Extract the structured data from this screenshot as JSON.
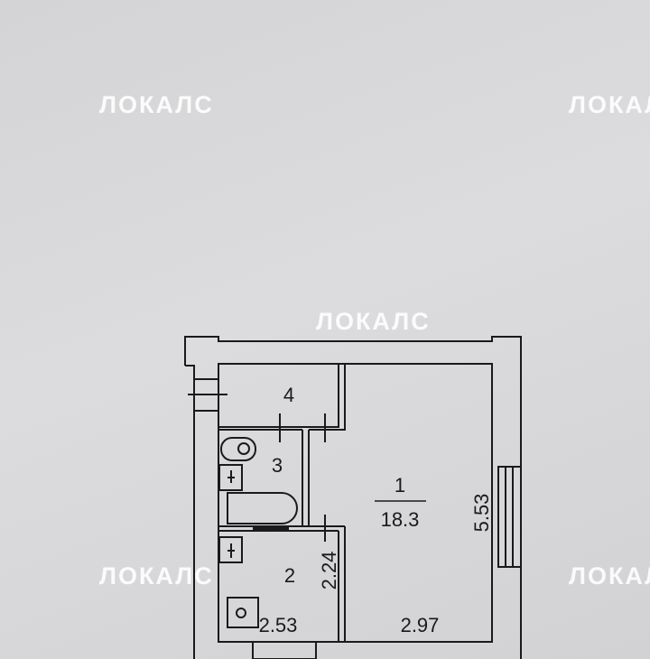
{
  "watermark": "ЛОКАЛС",
  "rooms": [
    {
      "number": "1",
      "area": "18.3"
    },
    {
      "number": "2"
    },
    {
      "number": "3"
    },
    {
      "number": "4"
    }
  ],
  "dimensions": {
    "room1_height": "5.53",
    "room1_width": "2.97",
    "room2_width": "2.53",
    "room2_height": "2.24"
  }
}
